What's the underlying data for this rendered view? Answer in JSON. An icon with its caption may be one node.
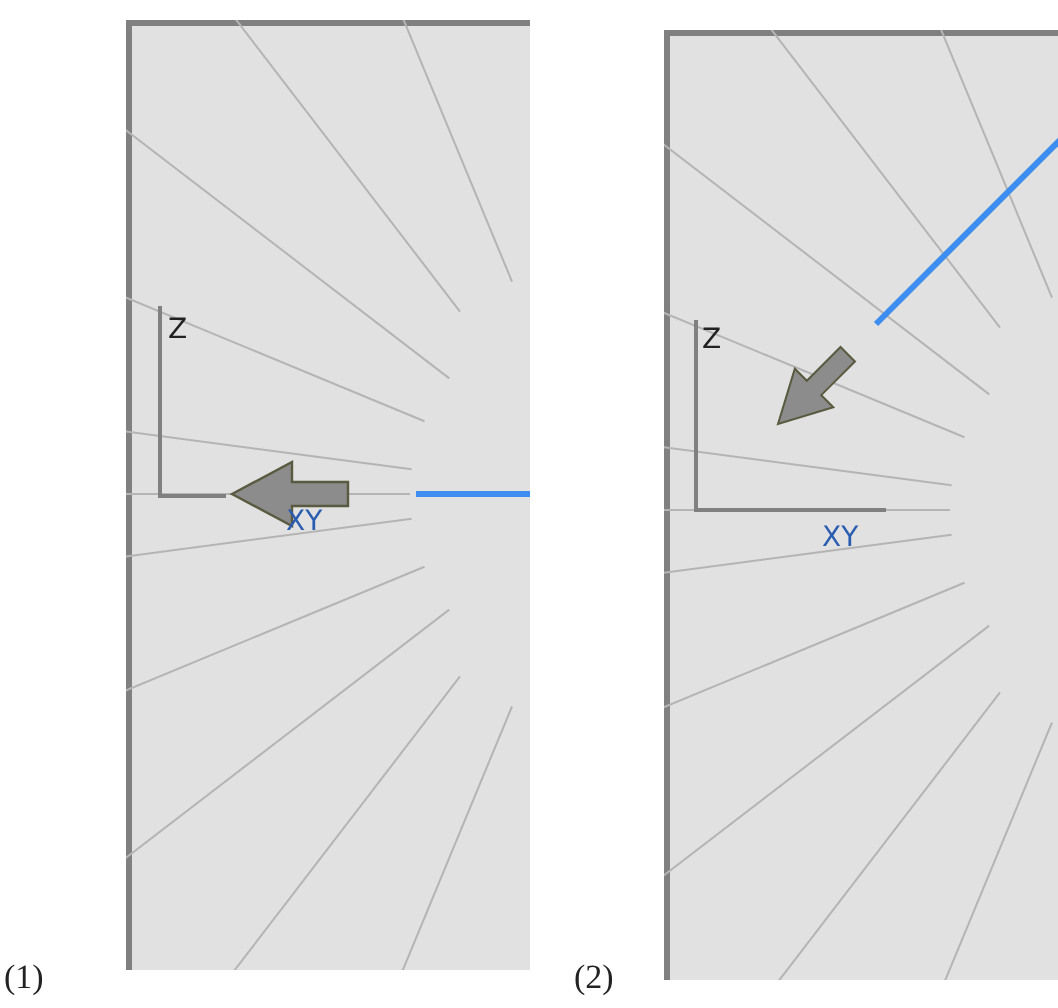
{
  "diagram": {
    "labels": [
      "(1)",
      "Z",
      "XY",
      "(2)",
      "Z",
      "XY"
    ]
  }
}
